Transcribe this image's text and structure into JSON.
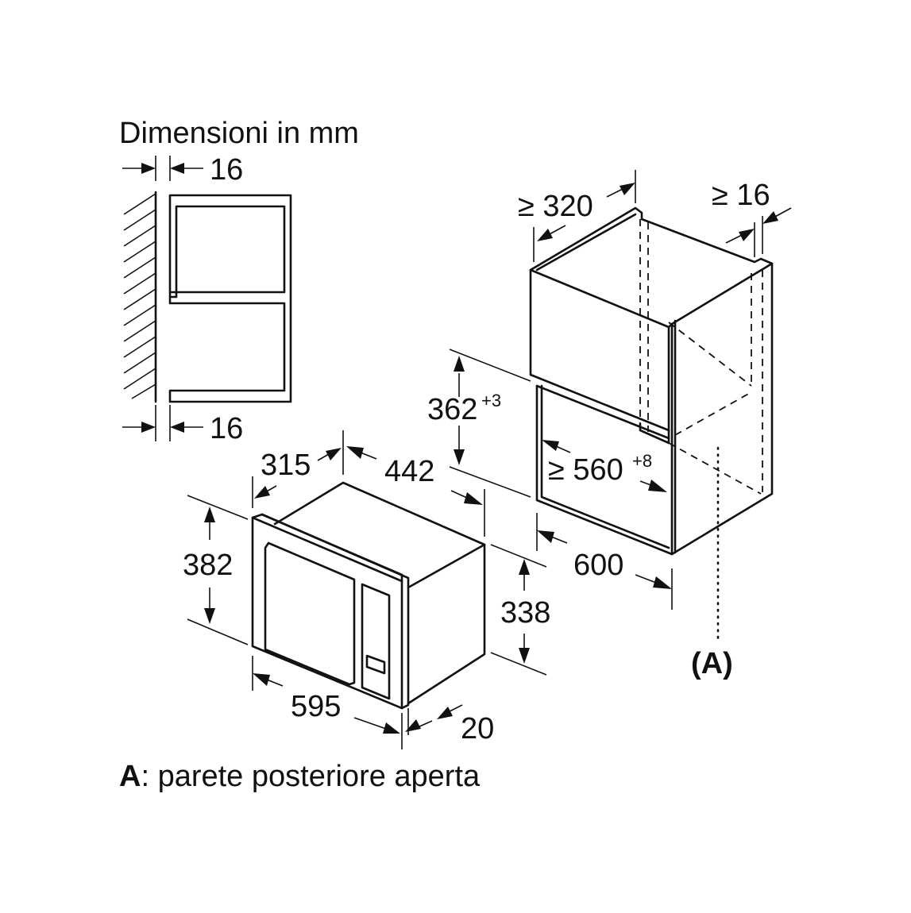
{
  "title": "Dimensioni in mm",
  "side_view": {
    "gap_top": "16",
    "gap_bottom": "16"
  },
  "cabinet": {
    "depth": "≥ 320",
    "rear_gap": "≥ 16",
    "niche_height": "362",
    "niche_height_tol": "+3",
    "niche_width": "≥ 560",
    "niche_width_tol": "+8",
    "width": "600"
  },
  "appliance": {
    "depth": "315",
    "body_width": "442",
    "front_height": "382",
    "body_height": "338",
    "front_width": "595",
    "front_depth": "20"
  },
  "callout": {
    "marker": "A",
    "open": "(",
    "close": ")"
  },
  "footnote": {
    "key": "A",
    "text": ": parete posteriore aperta"
  }
}
